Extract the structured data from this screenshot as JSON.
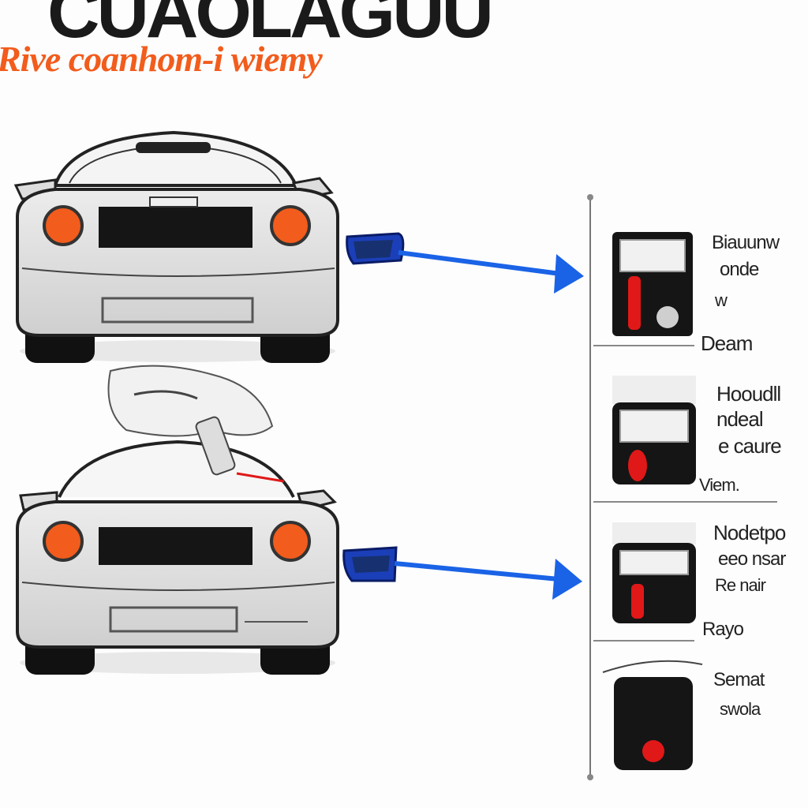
{
  "header": {
    "title": "CUAOLAGUU",
    "subtitle": "Rive coanhom-i wiemy"
  },
  "panels": [
    {
      "label_lines": [
        "Biauunw",
        "onde",
        "w"
      ],
      "footer": "Deam"
    },
    {
      "label_lines": [
        "Hooudll",
        "ndeal",
        "e caure"
      ],
      "footer": "Viem."
    },
    {
      "label_lines": [
        "Nodetpo",
        "eeo nsar",
        "Re nair"
      ],
      "footer": "Rayo"
    },
    {
      "label_lines": [
        "Semat",
        "swola"
      ],
      "footer": ""
    }
  ],
  "colors": {
    "accent_blue": "#1a63e6",
    "accent_orange": "#f25c1c",
    "indicator_red": "#e01818",
    "car_body": "#dedede"
  }
}
